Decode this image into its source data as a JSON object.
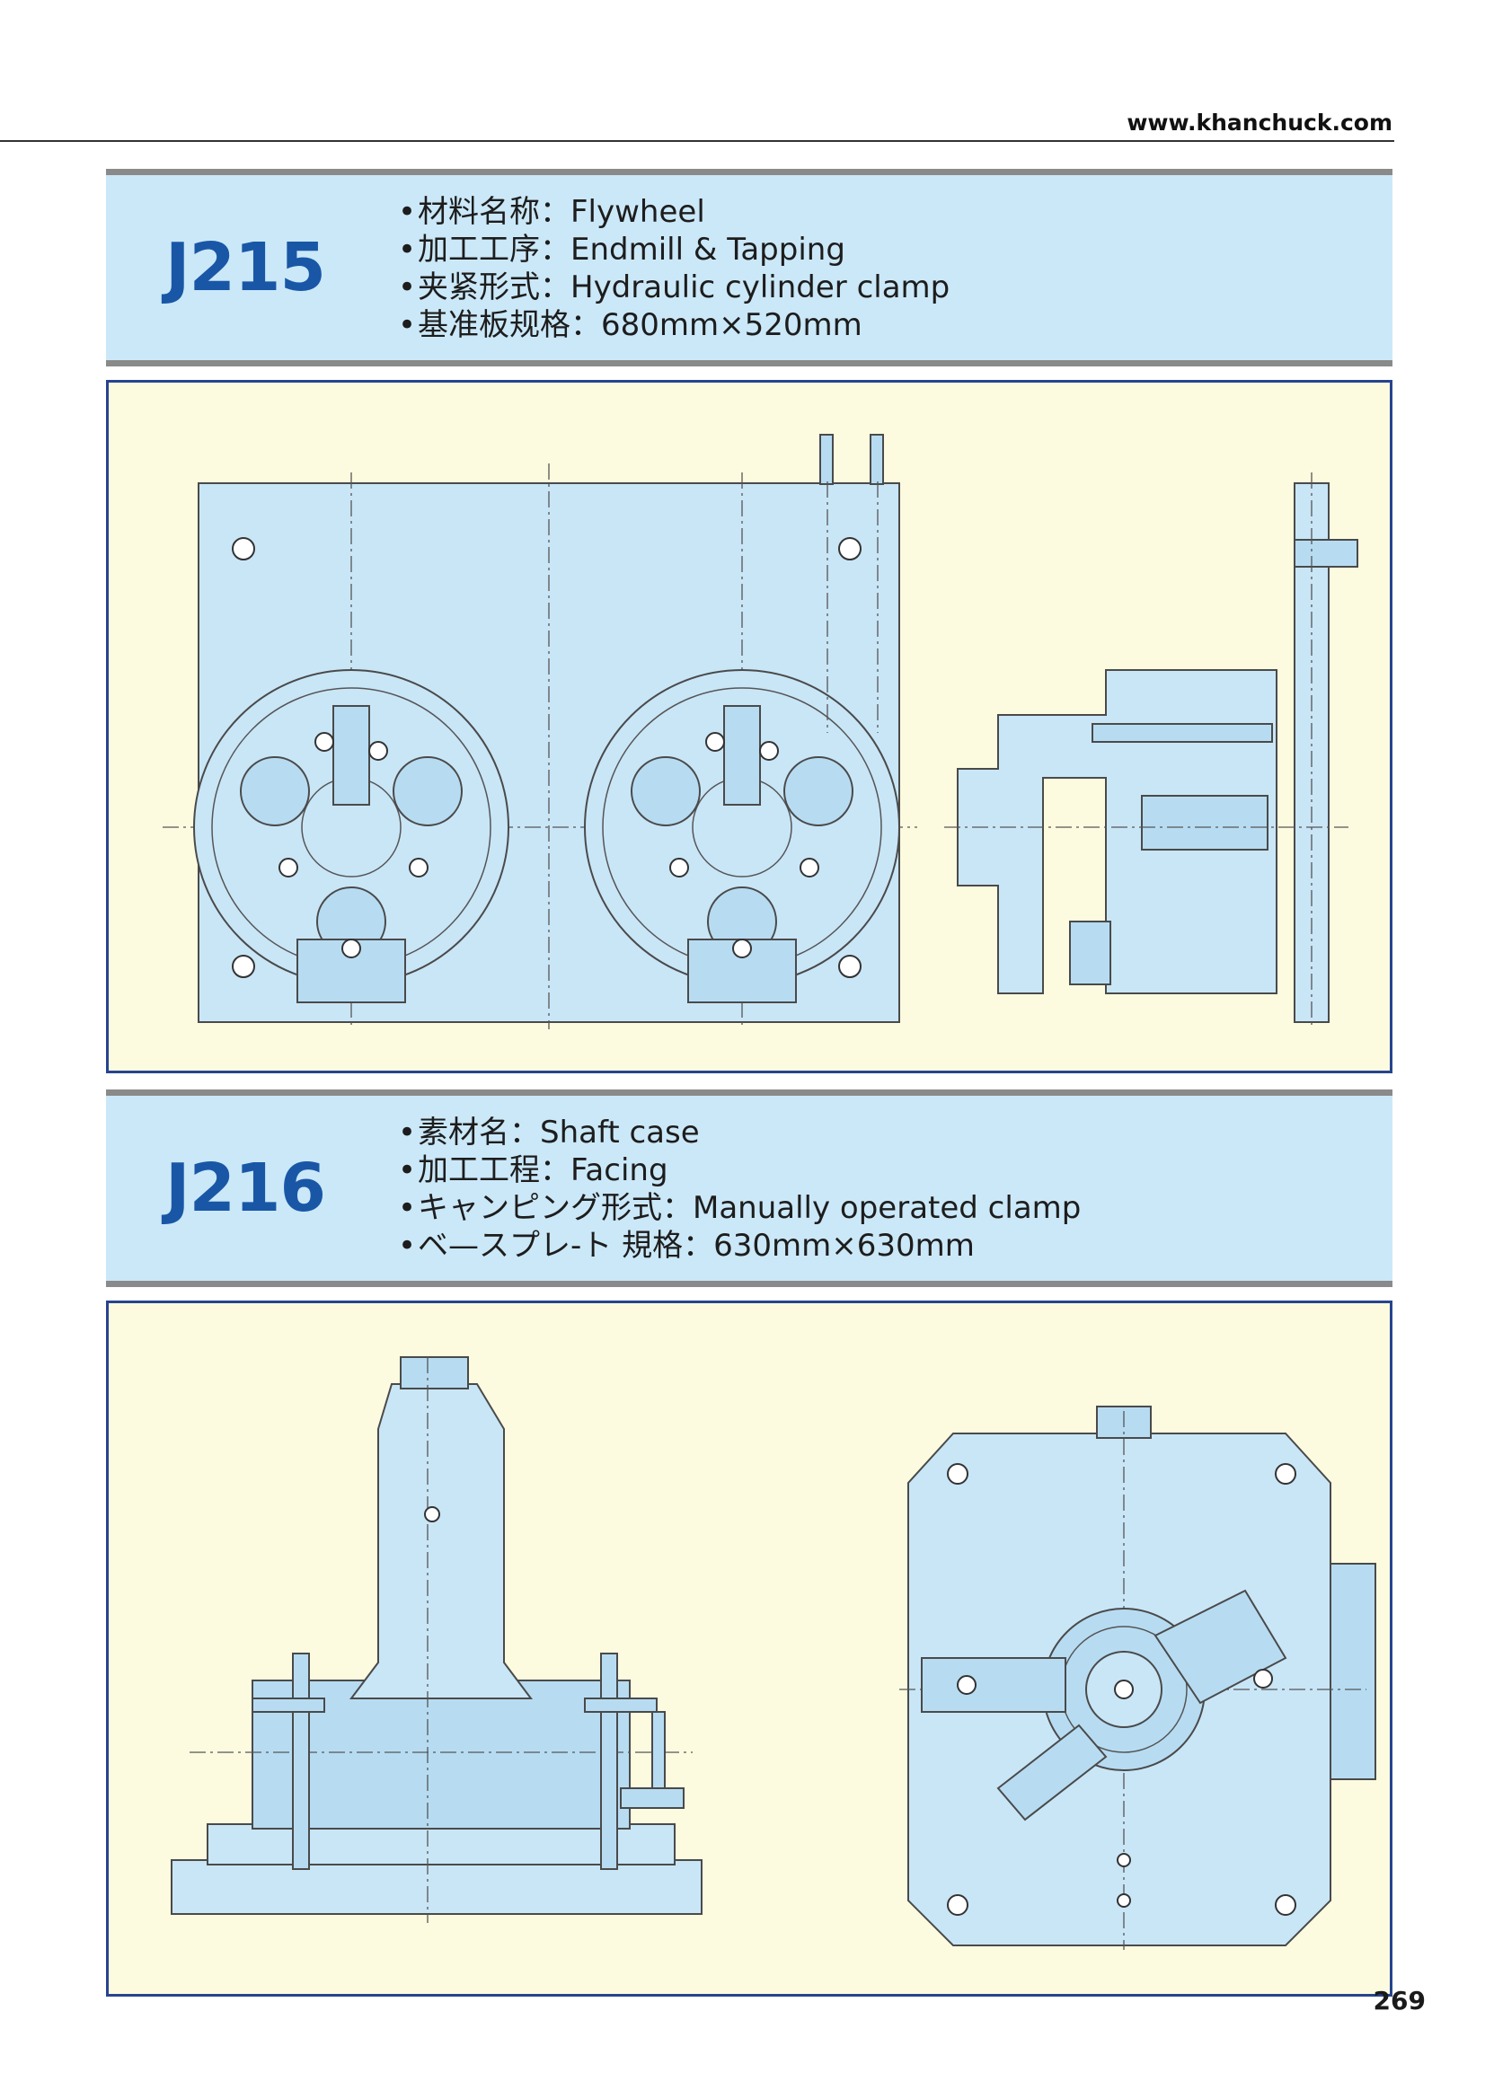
{
  "site_url": "www.khanchuck.com",
  "page_number": "269",
  "products": [
    {
      "code": "J215",
      "specs": [
        "材料名称：Flywheel",
        "加工工序：Endmill & Tapping",
        "夹紧形式：Hydraulic cylinder clamp",
        "基准板规格：680mm×520mm"
      ]
    },
    {
      "code": "J216",
      "specs": [
        "素材名：Shaft case",
        "加工工程：Facing",
        "キャンピング形式：Manually operated clamp",
        "ベ—スプレ-ト 規格：630mm×630mm"
      ]
    }
  ],
  "colors": {
    "code_blue": "#1957a6",
    "header_band": "#cbe8f8",
    "panel_bg": "#fdfbdf",
    "panel_border": "#27448f",
    "part_fill": "#c9e6f7"
  }
}
